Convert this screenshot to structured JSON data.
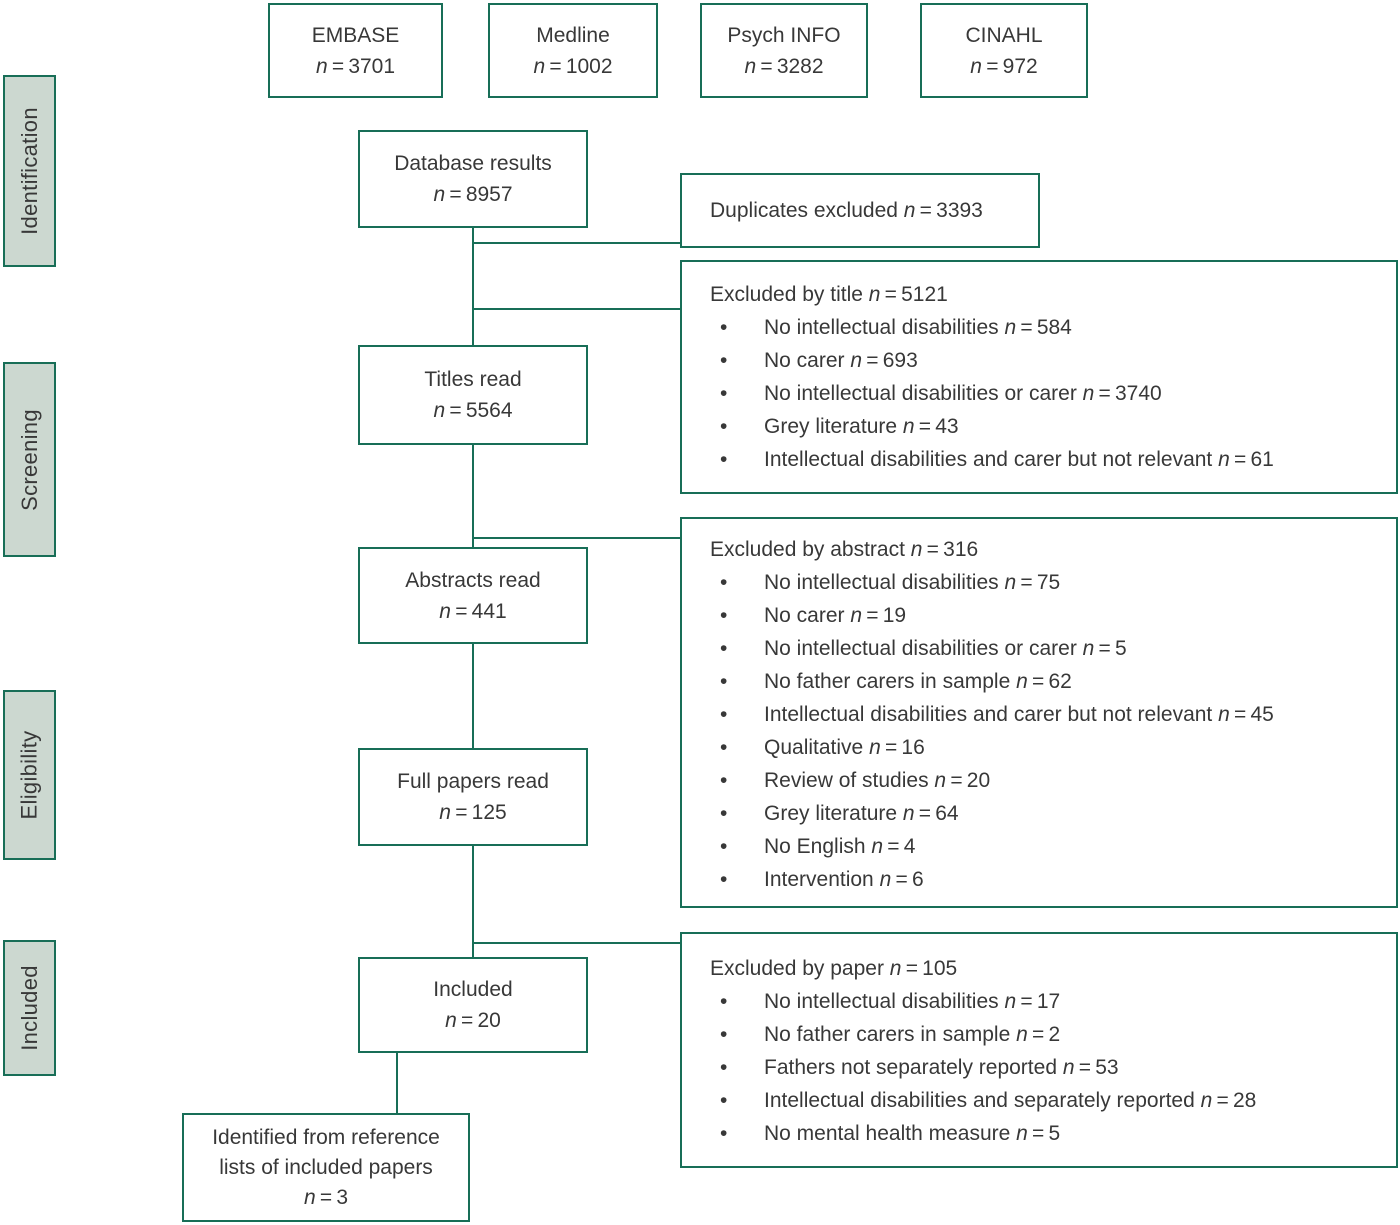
{
  "colors": {
    "accent_green": "#186e57",
    "stage_fill": "#ccd8d0",
    "text": "#383838"
  },
  "stages": [
    {
      "label": "Identification"
    },
    {
      "label": "Screening"
    },
    {
      "label": "Eligibility"
    },
    {
      "label": "Included"
    }
  ],
  "sources": [
    {
      "label": "EMBASE",
      "n": "3701"
    },
    {
      "label": "Medline",
      "n": "1002"
    },
    {
      "label": "Psych INFO",
      "n": "3282"
    },
    {
      "label": "CINAHL",
      "n": "972"
    }
  ],
  "flow": [
    {
      "label": "Database results",
      "n": "8957"
    },
    {
      "label": "Titles read",
      "n": "5564"
    },
    {
      "label": "Abstracts read",
      "n": "441"
    },
    {
      "label": "Full papers read",
      "n": "125"
    },
    {
      "label": "Included",
      "n": "20"
    }
  ],
  "duplicates": {
    "label": "Duplicates excluded",
    "n": "3393"
  },
  "exclusions": [
    {
      "header": {
        "label": "Excluded by title",
        "n": "5121"
      },
      "items": [
        {
          "label": "No intellectual disabilities",
          "n": "584"
        },
        {
          "label": "No carer",
          "n": "693"
        },
        {
          "label": "No intellectual disabilities or carer",
          "n": "3740"
        },
        {
          "label": "Grey literature",
          "n": "43"
        },
        {
          "label": "Intellectual disabilities and carer but not relevant",
          "n": "61"
        }
      ]
    },
    {
      "header": {
        "label": "Excluded by abstract",
        "n": "316"
      },
      "items": [
        {
          "label": "No intellectual disabilities",
          "n": "75"
        },
        {
          "label": "No carer",
          "n": "19"
        },
        {
          "label": "No intellectual disabilities or carer",
          "n": "5"
        },
        {
          "label": "No father carers in sample",
          "n": "62"
        },
        {
          "label": "Intellectual disabilities and carer but not relevant",
          "n": "45"
        },
        {
          "label": "Qualitative",
          "n": "16"
        },
        {
          "label": "Review of studies",
          "n": "20"
        },
        {
          "label": "Grey literature",
          "n": "64"
        },
        {
          "label": "No English",
          "n": "4"
        },
        {
          "label": "Intervention",
          "n": "6"
        }
      ]
    },
    {
      "header": {
        "label": "Excluded by paper",
        "n": "105"
      },
      "items": [
        {
          "label": "No intellectual disabilities",
          "n": "17"
        },
        {
          "label": "No father carers in sample",
          "n": "2"
        },
        {
          "label": "Fathers not separately reported",
          "n": "53"
        },
        {
          "label": "Intellectual disabilities and separately reported",
          "n": "28"
        },
        {
          "label": "No mental health measure",
          "n": "5"
        }
      ]
    }
  ],
  "reference": {
    "label": "Identified from reference lists of included papers",
    "n": "3"
  }
}
